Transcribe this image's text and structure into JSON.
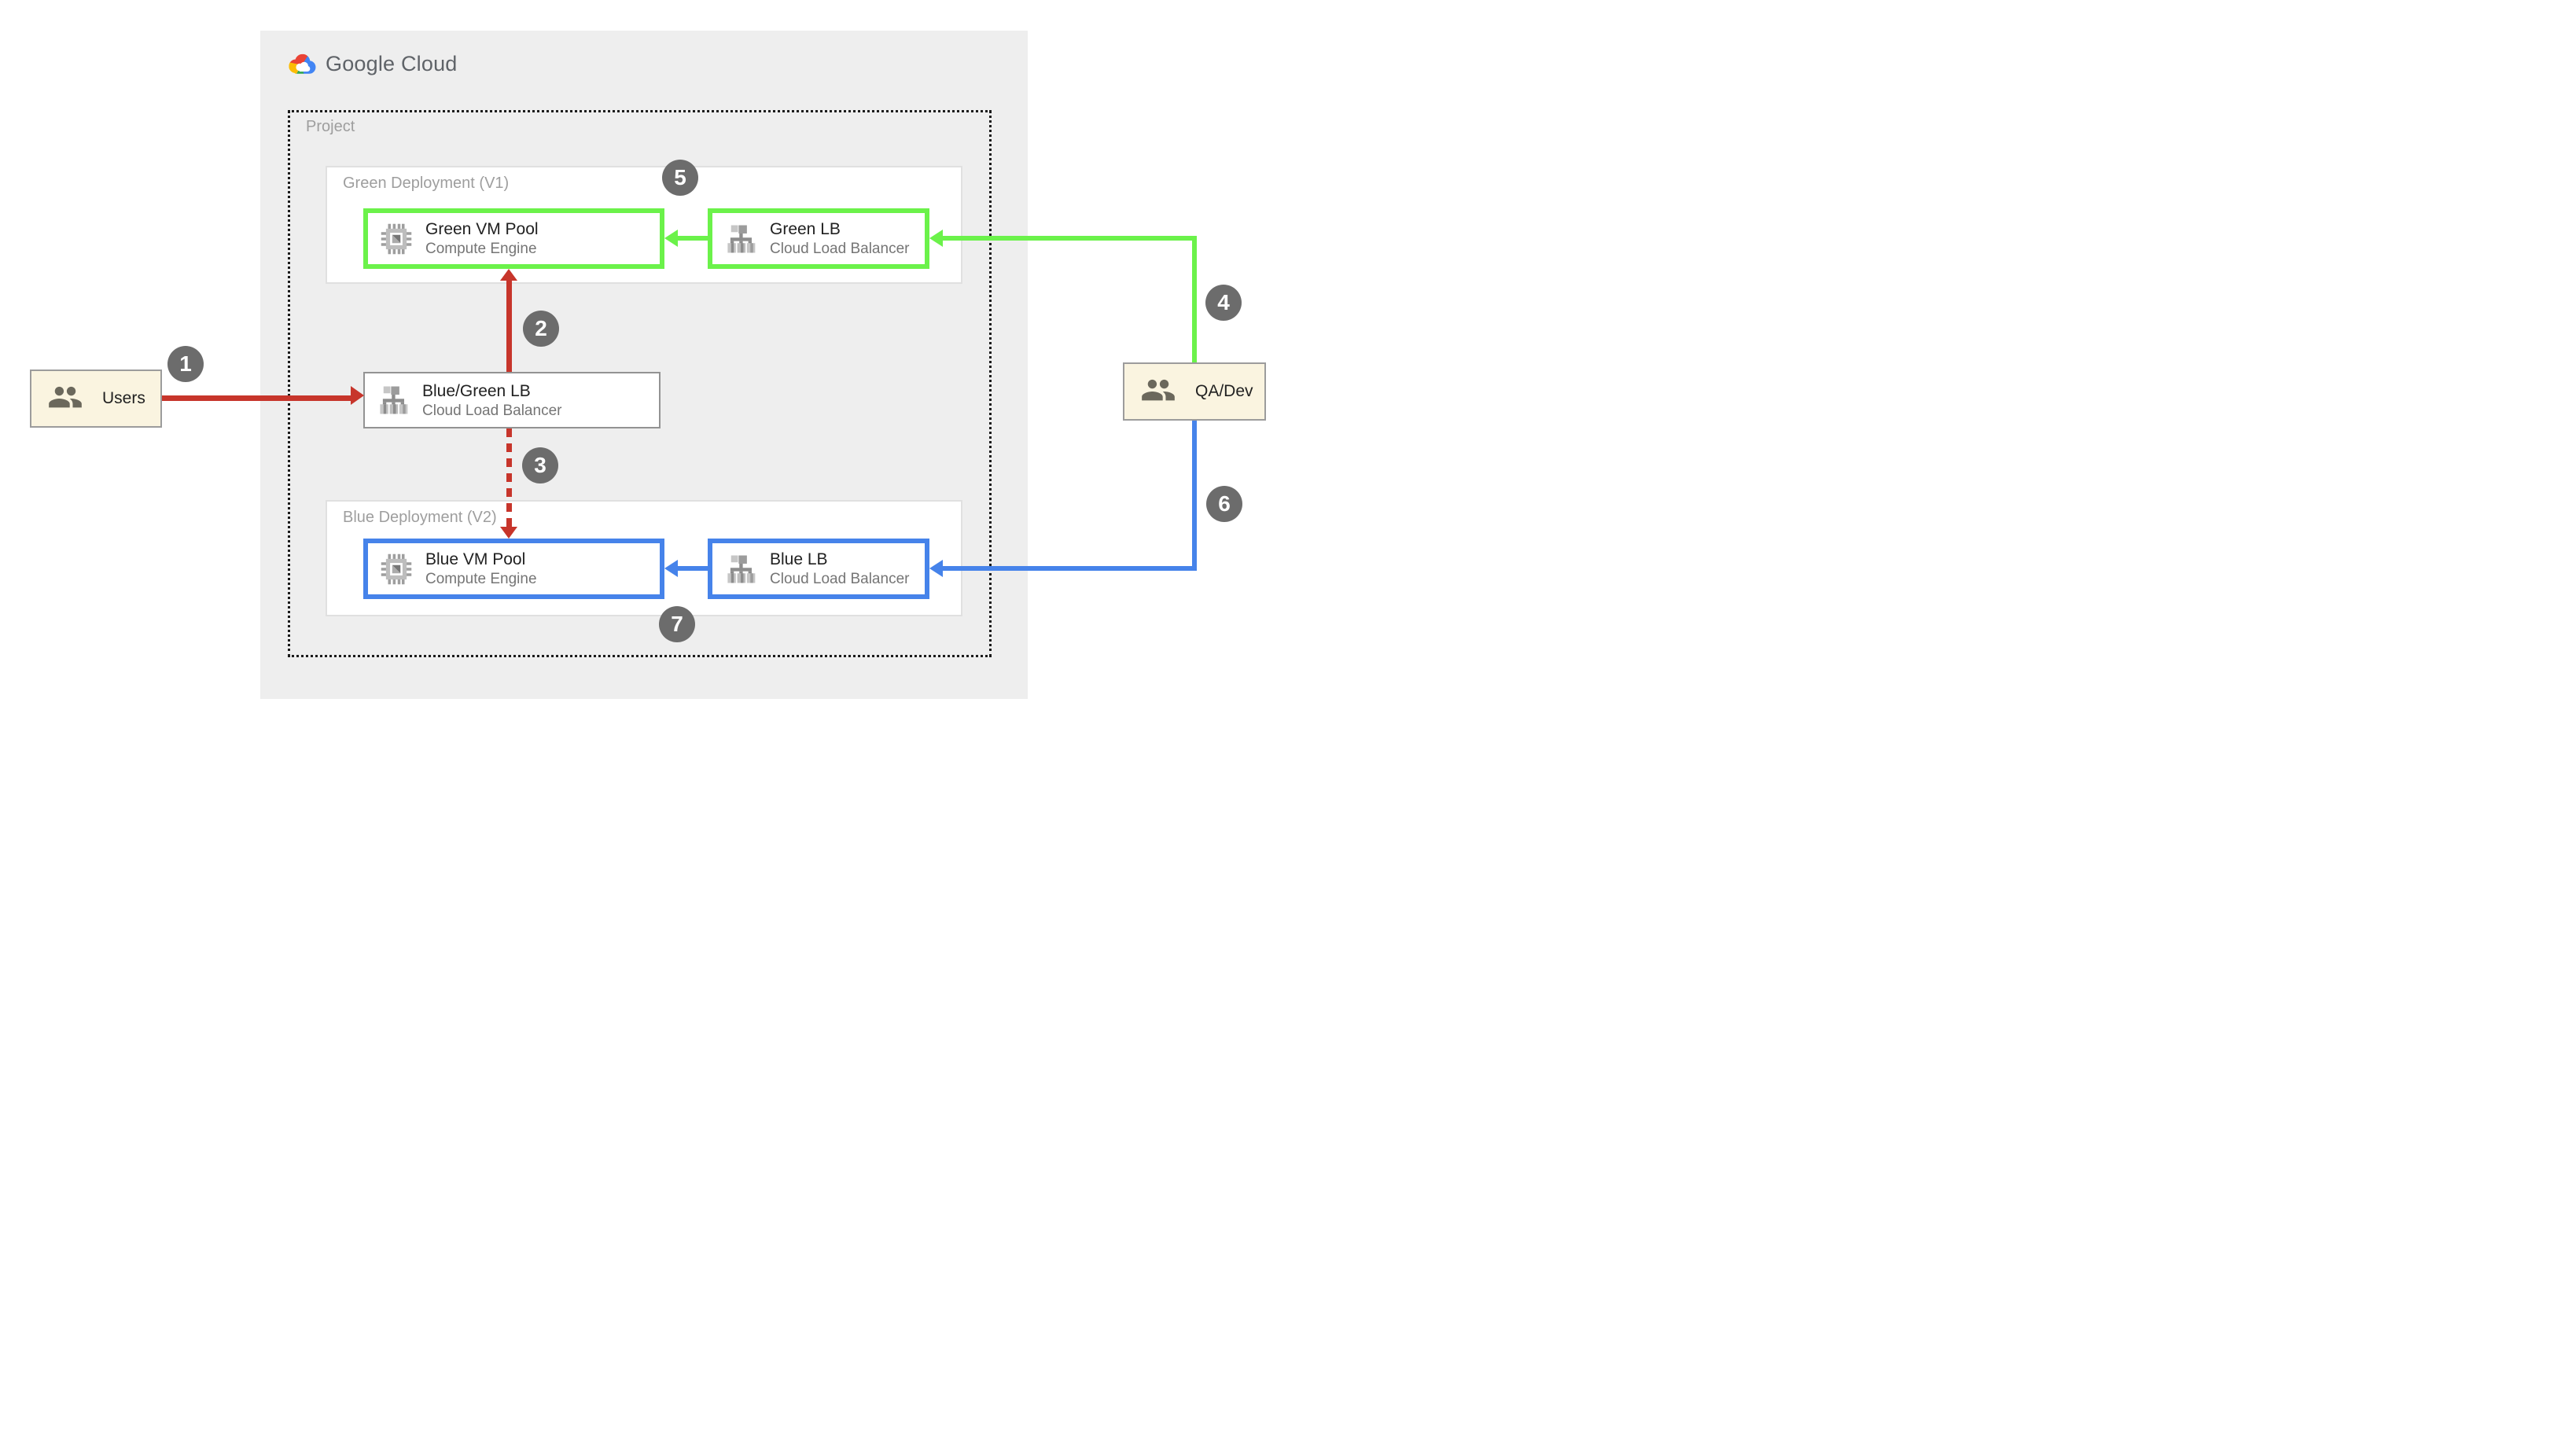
{
  "brand": {
    "name": "Google Cloud"
  },
  "project": {
    "label": "Project"
  },
  "deployments": {
    "green": {
      "title": "Green Deployment (V1)",
      "vm": {
        "title": "Green VM Pool",
        "subtitle": "Compute Engine"
      },
      "lb": {
        "title": "Green LB",
        "subtitle": "Cloud Load Balancer"
      }
    },
    "blue": {
      "title": "Blue Deployment (V2)",
      "vm": {
        "title": "Blue VM Pool",
        "subtitle": "Compute Engine"
      },
      "lb": {
        "title": "Blue LB",
        "subtitle": "Cloud Load Balancer"
      }
    }
  },
  "router": {
    "title": "Blue/Green LB",
    "subtitle": "Cloud Load Balancer"
  },
  "actors": {
    "users": {
      "label": "Users"
    },
    "qa_dev": {
      "label": "QA/Dev"
    }
  },
  "steps": {
    "s1": "1",
    "s2": "2",
    "s3": "3",
    "s4": "4",
    "s5": "5",
    "s6": "6",
    "s7": "7"
  },
  "colors": {
    "red": "#C7352B",
    "green": "#6BF24A",
    "blue": "#4683EA",
    "circle": "#6C6C6C",
    "cream": "#FAF4E0",
    "panel": "#EEEEEE"
  }
}
